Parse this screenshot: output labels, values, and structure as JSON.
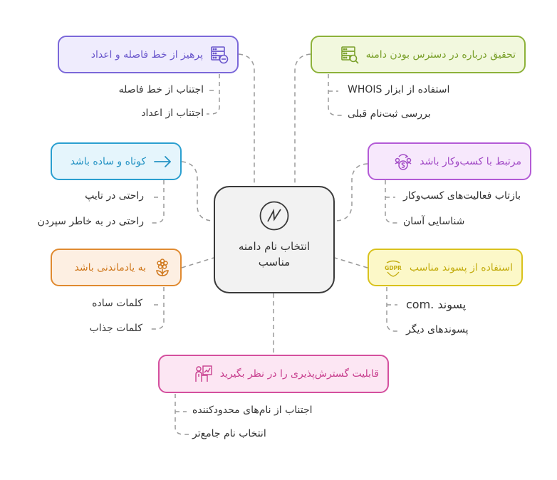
{
  "diagram": {
    "type": "mind-map",
    "center": {
      "label": "انتخاب نام دامنه مناسب",
      "icon": "zigzag-logo-icon",
      "border_color": "#3a3a3a",
      "fill": "#f2f2f2"
    },
    "branches": [
      {
        "id": "avoid-hyphens",
        "label": "پرهیز از خط فاصله و اعداد",
        "icon": "server-minus-icon",
        "color": "#7b68d9",
        "fill": "#efecfd",
        "children": [
          "اجتناب از خط فاصله",
          "اجتناب از اعداد"
        ]
      },
      {
        "id": "check-availability",
        "label": "تحقیق درباره در دسترس بودن دامنه",
        "icon": "server-search-icon",
        "color": "#8db23a",
        "fill": "#f2f8de",
        "children": [
          "استفاده از ابزار WHOIS",
          "بررسی ثبت‌نام قبلی"
        ]
      },
      {
        "id": "short-simple",
        "label": "کوتاه و ساده باشد",
        "icon": "arrow-right-icon",
        "color": "#2a9fd0",
        "fill": "#e5f5fc",
        "children": [
          "راحتی در تایپ",
          "راحتی در به خاطر سپردن"
        ]
      },
      {
        "id": "business-related",
        "label": "مرتبط با کسب‌وکار باشد",
        "icon": "money-exchange-icon",
        "color": "#b35ad6",
        "fill": "#f7e8fc",
        "children": [
          "بازتاب فعالیت‌های کسب‌وکار",
          "شناسایی آسان"
        ]
      },
      {
        "id": "memorable",
        "label": "به یادماندنی باشد",
        "icon": "flower-icon",
        "color": "#e08a30",
        "fill": "#fdefe2",
        "children": [
          "کلمات ساده",
          "کلمات جذاب"
        ]
      },
      {
        "id": "suitable-extension",
        "label": "استفاده از پسوند مناسب",
        "icon": "gdpr-shield-icon",
        "color": "#d9c21c",
        "fill": "#fcf8c8",
        "children": [
          "پسوند .com",
          "پسوندهای دیگر"
        ]
      },
      {
        "id": "scalability",
        "label": "قابلیت گسترش‌پذیری را در نظر بگیرید",
        "icon": "presenter-chart-icon",
        "color": "#d44f9e",
        "fill": "#fce6f3",
        "children": [
          "اجتناب از نام‌های محدودکننده",
          "انتخاب نام جامع‌تر"
        ]
      }
    ],
    "connector_color": "#999999"
  }
}
